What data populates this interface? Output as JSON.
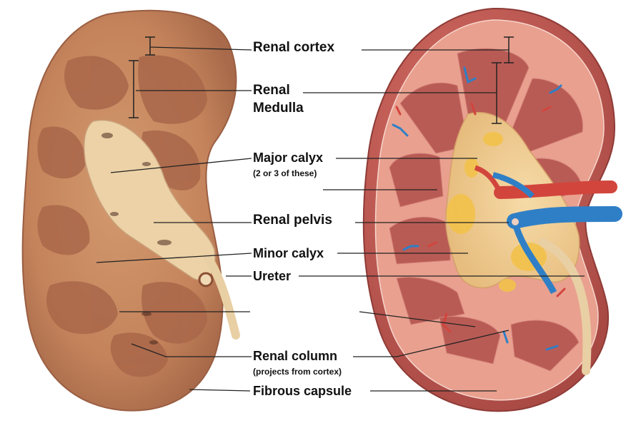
{
  "labels": {
    "renal_cortex": "Renal cortex",
    "renal_medulla_line1": "Renal",
    "renal_medulla_line2": "Medulla",
    "major_calyx": "Major calyx",
    "major_calyx_note": "(2 or 3 of these)",
    "renal_pelvis": "Renal pelvis",
    "minor_calyx": "Minor calyx",
    "ureter": "Ureter",
    "renal_column": "Renal column",
    "renal_column_note": "(projects from cortex)",
    "fibrous_capsule": "Fibrous capsule"
  },
  "colors": {
    "specimen_cortex": "#c8875f",
    "specimen_medulla": "#a9674a",
    "specimen_sinus": "#ecd2a6",
    "illustration_capsule": "#c85d55",
    "illustration_cortex": "#e9a08f",
    "illustration_pyramid": "#b95b55",
    "illustration_sinus": "#f1cf97",
    "fat": "#f2c24a",
    "artery": "#d2453d",
    "vein": "#2f7fc6",
    "leader_line": "#222222"
  }
}
